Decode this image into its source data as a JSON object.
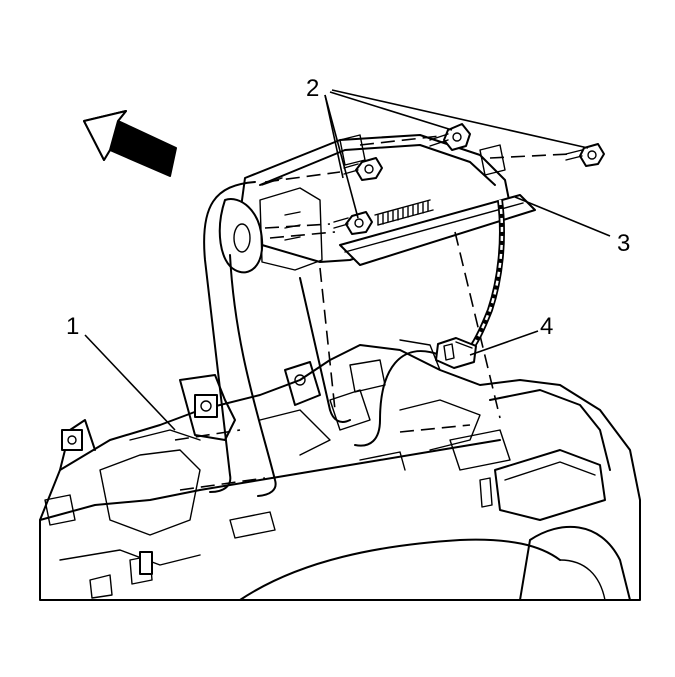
{
  "callouts": [
    {
      "id": "1",
      "label": "1"
    },
    {
      "id": "2",
      "label": "2"
    },
    {
      "id": "3",
      "label": "3"
    },
    {
      "id": "4",
      "label": "4"
    }
  ],
  "icons": {
    "direction_arrow": "forward-arrow-icon",
    "fastener": "bolt-icon"
  }
}
